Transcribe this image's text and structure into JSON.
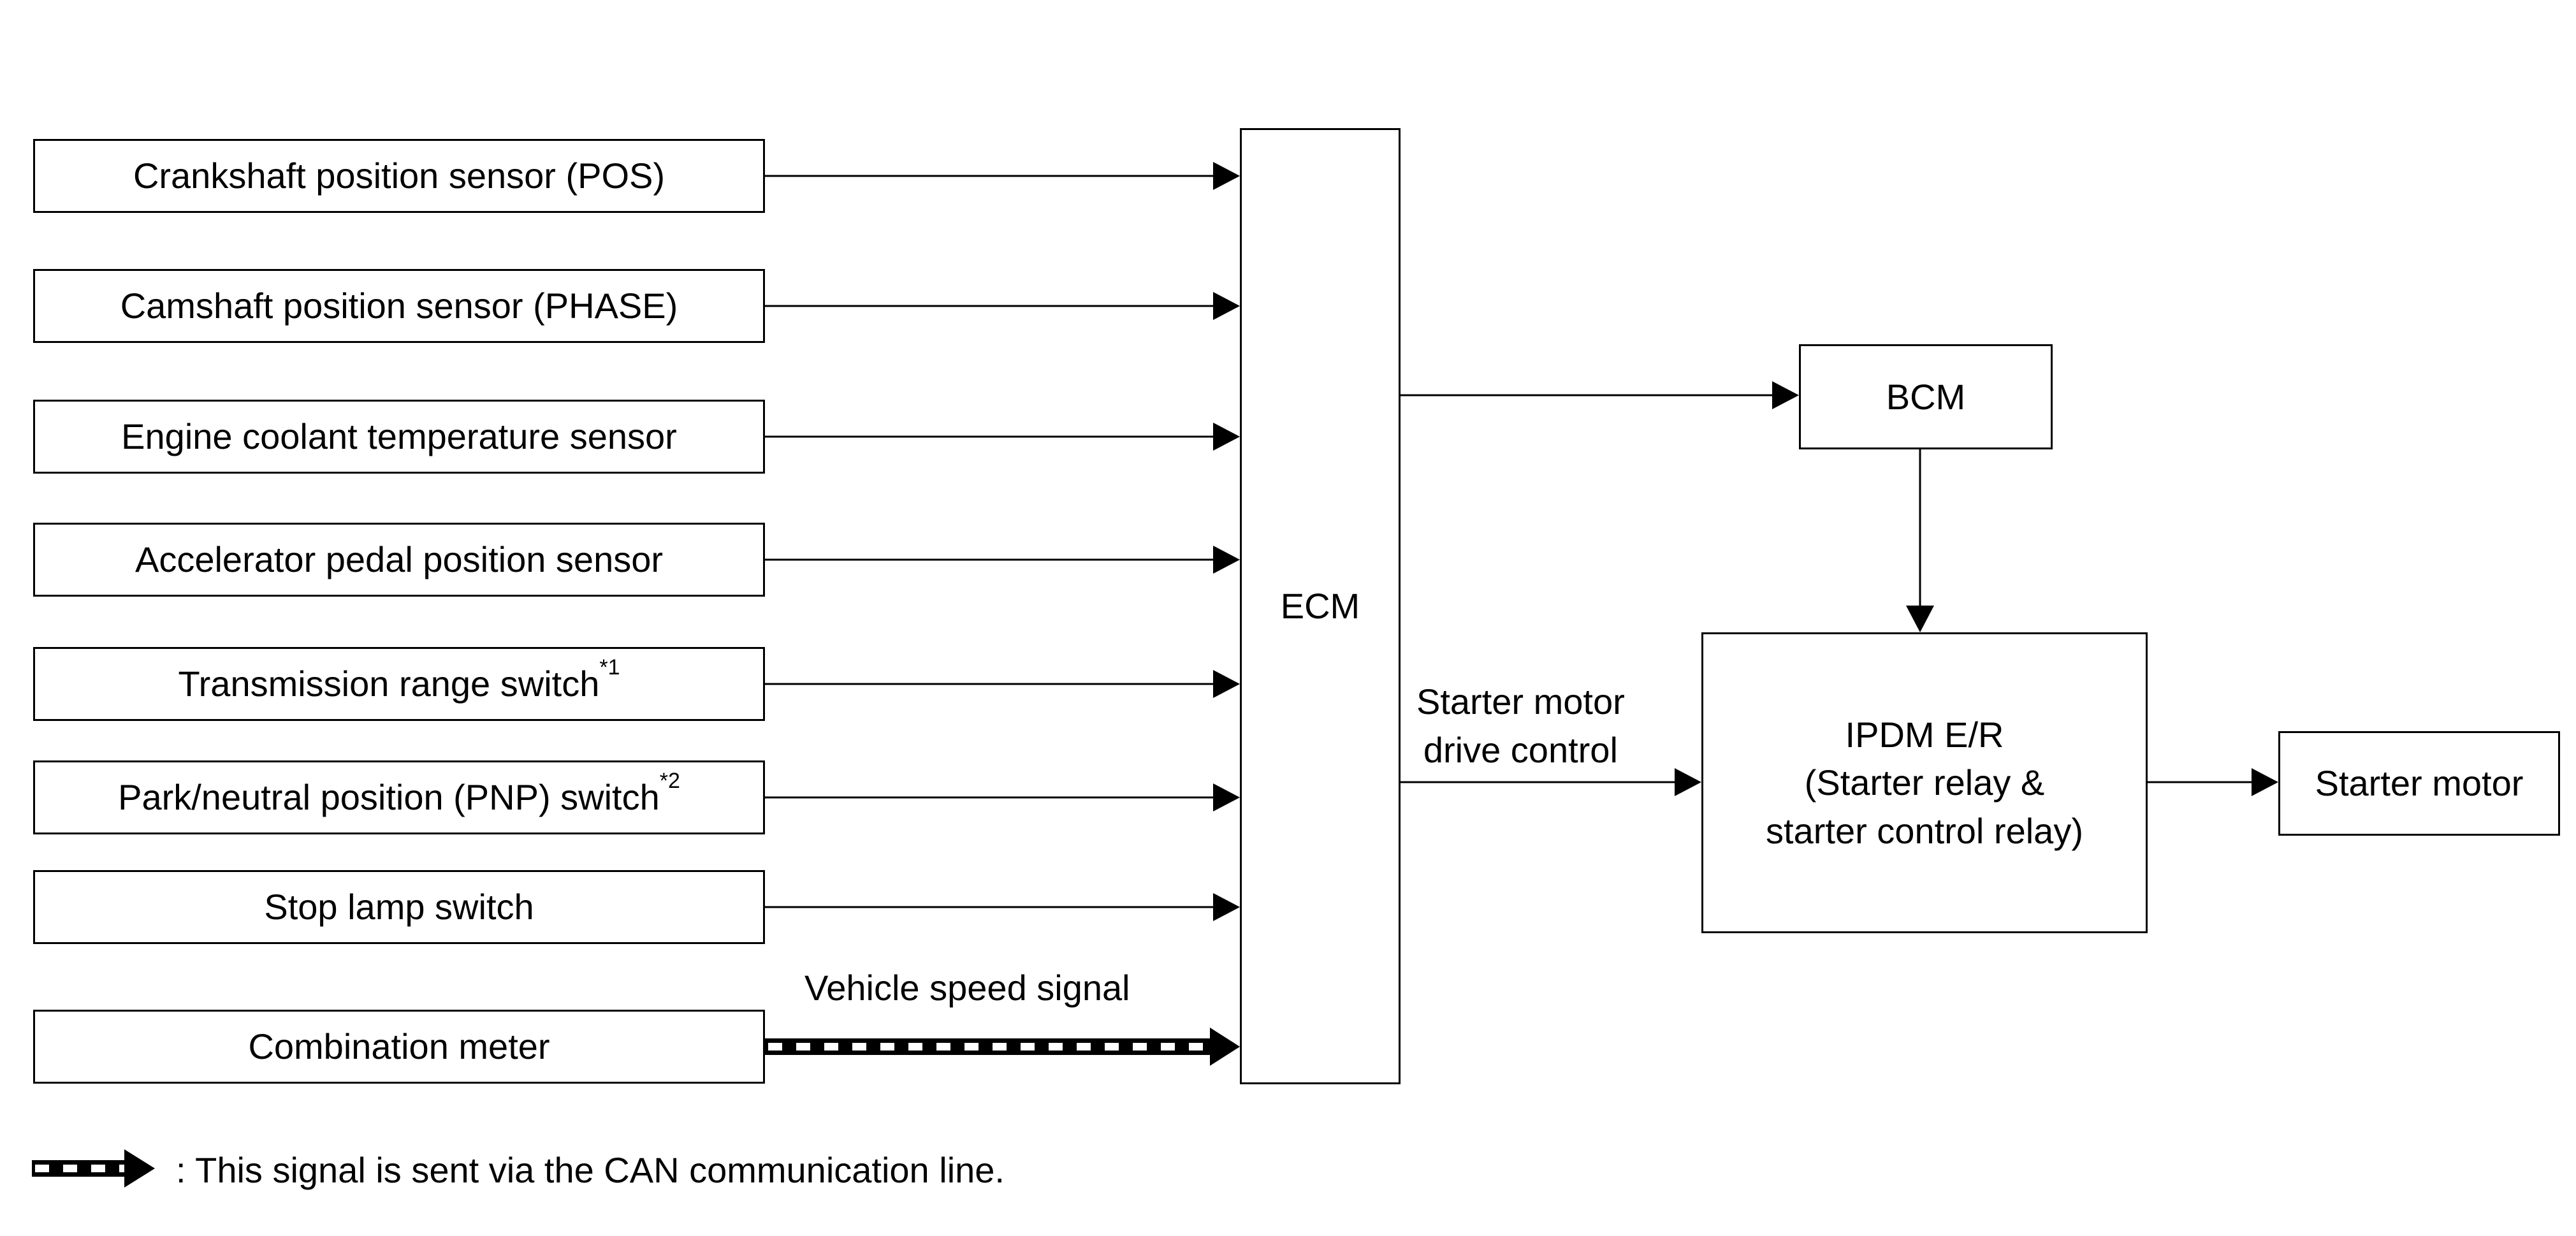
{
  "inputs": [
    {
      "label": "Crankshaft position sensor (POS)",
      "note": ""
    },
    {
      "label": "Camshaft position sensor (PHASE)",
      "note": ""
    },
    {
      "label": "Engine coolant temperature sensor",
      "note": ""
    },
    {
      "label": "Accelerator pedal position sensor",
      "note": ""
    },
    {
      "label": "Transmission range switch",
      "note": "*1"
    },
    {
      "label": "Park/neutral position (PNP) switch",
      "note": "*2"
    },
    {
      "label": "Stop lamp switch",
      "note": ""
    },
    {
      "label": "Combination meter",
      "note": ""
    }
  ],
  "ecm": {
    "label": "ECM"
  },
  "bcm": {
    "label": "BCM"
  },
  "ipdm": {
    "line1": "IPDM E/R",
    "line2": "(Starter relay &",
    "line3": "starter control relay)"
  },
  "starter_motor": {
    "label": "Starter motor"
  },
  "signals": {
    "vehicle_speed": "Vehicle speed signal",
    "starter_drive_line1": "Starter motor",
    "starter_drive_line2": "drive control"
  },
  "legend": {
    "text": ": This signal is sent via the CAN communication line."
  }
}
